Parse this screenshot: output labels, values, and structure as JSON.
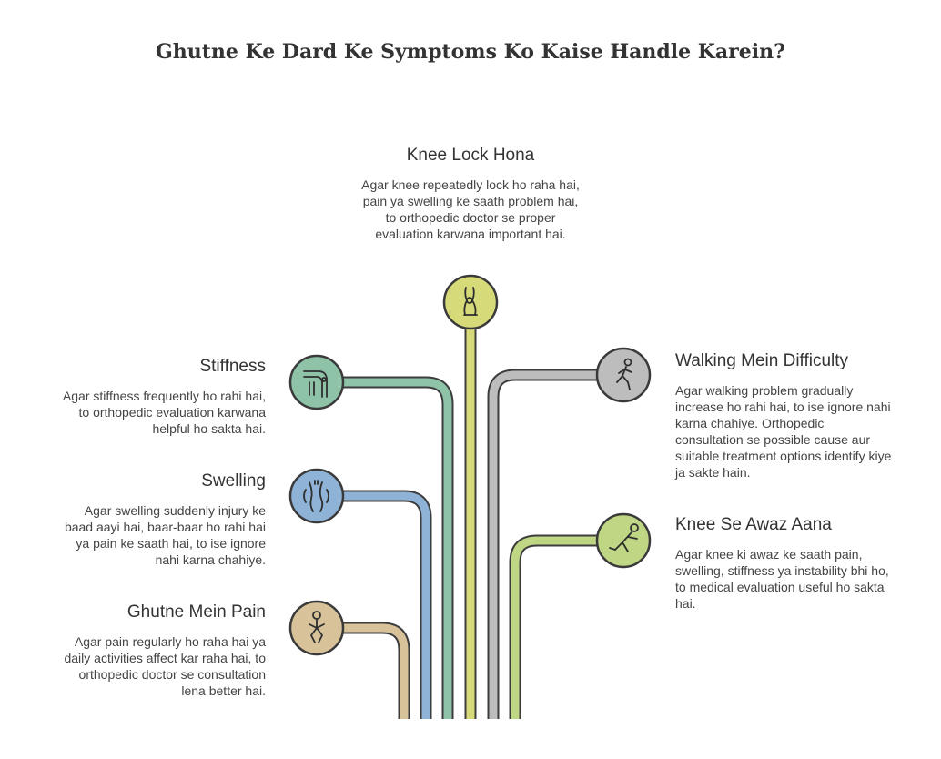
{
  "title": "Ghutne Ke Dard Ke Symptoms Ko Kaise Handle Karein?",
  "items": [
    {
      "key": "lock",
      "heading": "Knee Lock Hona",
      "body": "Agar knee repeatedly lock ho raha hai, pain ya swelling ke saath problem hai, to orthopedic doctor se proper evaluation karwana important hai.",
      "color": "#d6da78",
      "icon": "knee-joint-icon"
    },
    {
      "key": "stiffness",
      "heading": "Stiffness",
      "body": "Agar stiffness frequently ho rahi hai, to orthopedic evaluation karwana helpful ho sakta hai.",
      "color": "#8ec3a8",
      "icon": "bent-knee-icon"
    },
    {
      "key": "swelling",
      "heading": "Swelling",
      "body": "Agar swelling suddenly injury ke baad aayi hai, baar-baar ho rahi hai ya pain ke saath hai, to ise ignore nahi karna chahiye.",
      "color": "#8fb3d6",
      "icon": "swollen-knee-icon"
    },
    {
      "key": "pain",
      "heading": "Ghutne Mein Pain",
      "body": "Agar pain regularly ho raha hai ya daily activities affect kar raha hai, to orthopedic doctor se consultation lena better hai.",
      "color": "#d8c29a",
      "icon": "person-knee-pain-icon"
    },
    {
      "key": "walking",
      "heading": "Walking Mein Difficulty",
      "body": "Agar walking problem gradually increase ho rahi hai, to ise ignore nahi karna chahiye. Orthopedic consultation se possible cause aur suitable treatment options identify kiye ja sakte hain.",
      "color": "#bdbdbd",
      "icon": "walking-person-icon"
    },
    {
      "key": "sound",
      "heading": "Knee Se Awaz Aana",
      "body": "Agar knee ki awaz ke saath pain, swelling, stiffness ya instability bhi ho, to medical evaluation useful ho sakta hai.",
      "color": "#bfd685",
      "icon": "kneeling-person-icon"
    }
  ]
}
